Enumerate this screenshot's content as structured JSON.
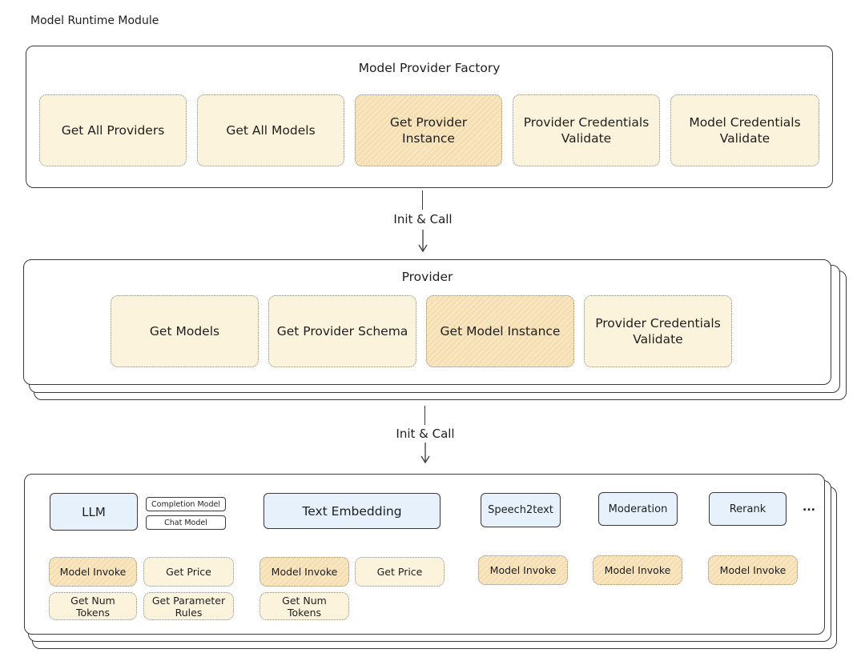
{
  "title": "Model Runtime Module",
  "factory": {
    "title": "Model Provider Factory",
    "items": [
      {
        "label": "Get All Providers"
      },
      {
        "label": "Get All Models"
      },
      {
        "label": "Get Provider\nInstance"
      },
      {
        "label": "Provider Credentials\nValidate"
      },
      {
        "label": "Model Credentials\nValidate"
      }
    ]
  },
  "connector_label_1": "Init & Call",
  "provider": {
    "title": "Provider",
    "items": [
      {
        "label": "Get Models"
      },
      {
        "label": "Get Provider Schema"
      },
      {
        "label": "Get Model Instance"
      },
      {
        "label": "Provider Credentials\nValidate"
      }
    ]
  },
  "connector_label_2": "Init & Call",
  "models": {
    "llm": "LLM",
    "llm_sub": [
      "Completion Model",
      "Chat Model"
    ],
    "text_embedding": "Text Embedding",
    "speech2text": "Speech2text",
    "moderation": "Moderation",
    "rerank": "Rerank",
    "more": "...",
    "llm_ops": [
      "Model Invoke",
      "Get Price",
      "Get Num Tokens",
      "Get Parameter\nRules"
    ],
    "embedding_ops": [
      "Model Invoke",
      "Get Price",
      "Get Num Tokens"
    ],
    "speech2text_op": "Model Invoke",
    "moderation_op": "Model Invoke",
    "rerank_op": "Model Invoke"
  },
  "colors": {
    "box_light": "#fcf3dc",
    "box_dark": "#f8e4bd",
    "box_blue": "#e6f1fb",
    "stroke": "#3a3a3a"
  }
}
